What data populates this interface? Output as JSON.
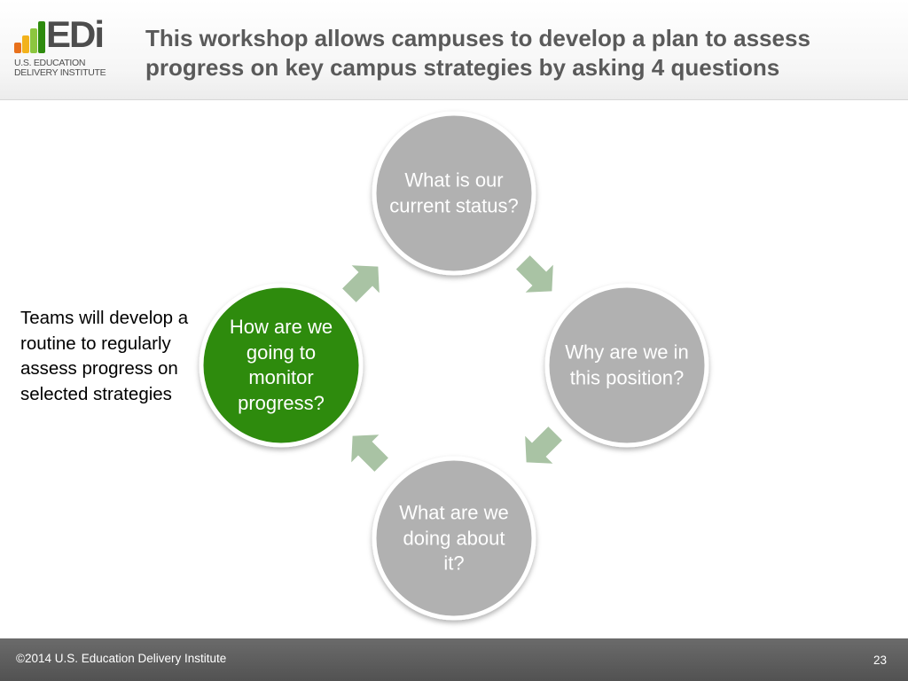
{
  "logo": {
    "wordmark": "EDi",
    "line1": "U.S. EDUCATION",
    "line2": "DELIVERY INSTITUTE",
    "bar_colors": [
      "#e8711c",
      "#f2b21c",
      "#8cc63f",
      "#2e8b0e"
    ]
  },
  "header": {
    "title": "This workshop allows campuses to develop a plan to assess progress on key campus strategies by asking 4 questions"
  },
  "side_note": "Teams will develop a routine to regularly assess progress on selected strategies",
  "cycle": {
    "steps": [
      {
        "label": "What is our current status?",
        "color": "#b1b1b1"
      },
      {
        "label": "Why are we in this position?",
        "color": "#b1b1b1"
      },
      {
        "label": "What are we doing about it?",
        "color": "#b1b1b1"
      },
      {
        "label": "How are we going to monitor progress?",
        "color": "#2e8b0e"
      }
    ],
    "arrow_color": "#a9c3a4"
  },
  "footer": {
    "copyright": "©2014 U.S. Education Delivery Institute",
    "page_number": "23"
  }
}
